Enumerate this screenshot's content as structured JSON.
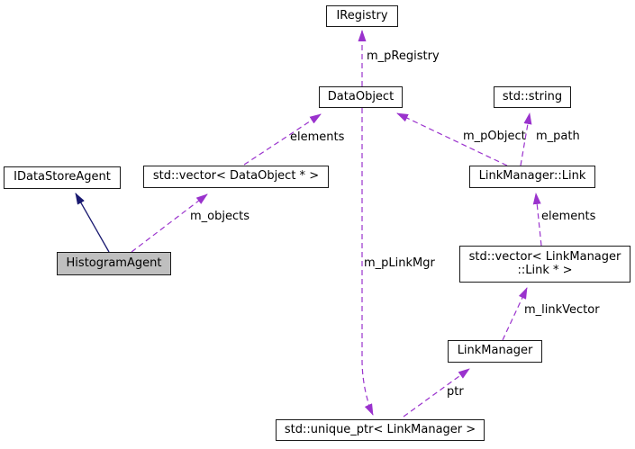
{
  "diagram": {
    "type": "uml-collaboration-graph",
    "colors": {
      "background": "#ffffff",
      "usage_edge": "#9a32cd",
      "inheritance_edge": "#191970",
      "node_border": "#1a1a1a",
      "node_fill": "#ffffff",
      "main_node_fill": "#bfbfbf"
    },
    "nodes": {
      "iregistry": {
        "label": "IRegistry"
      },
      "dataobject": {
        "label": "DataObject"
      },
      "stdstring": {
        "label": "std::string"
      },
      "idatastoreagent": {
        "label": "IDataStoreAgent"
      },
      "vector_dataobject": {
        "label": "std::vector< DataObject * >"
      },
      "linkmanager_link": {
        "label": "LinkManager::Link"
      },
      "histogramagent": {
        "label": "HistogramAgent"
      },
      "vector_linkmanager_link": {
        "line1": "std::vector< LinkManager",
        "line2": "::Link * >"
      },
      "linkmanager": {
        "label": "LinkManager"
      },
      "unique_ptr_linkmanager": {
        "label": "std::unique_ptr< LinkManager >"
      }
    },
    "edge_labels": {
      "m_pRegistry": "m_pRegistry",
      "elements_left": "elements",
      "m_objects": "m_objects",
      "m_pObject": "m_pObject",
      "m_path": "m_path",
      "elements_right": "elements",
      "m_linkVector": "m_linkVector",
      "m_pLinkMgr": "m_pLinkMgr",
      "ptr": "ptr"
    }
  }
}
